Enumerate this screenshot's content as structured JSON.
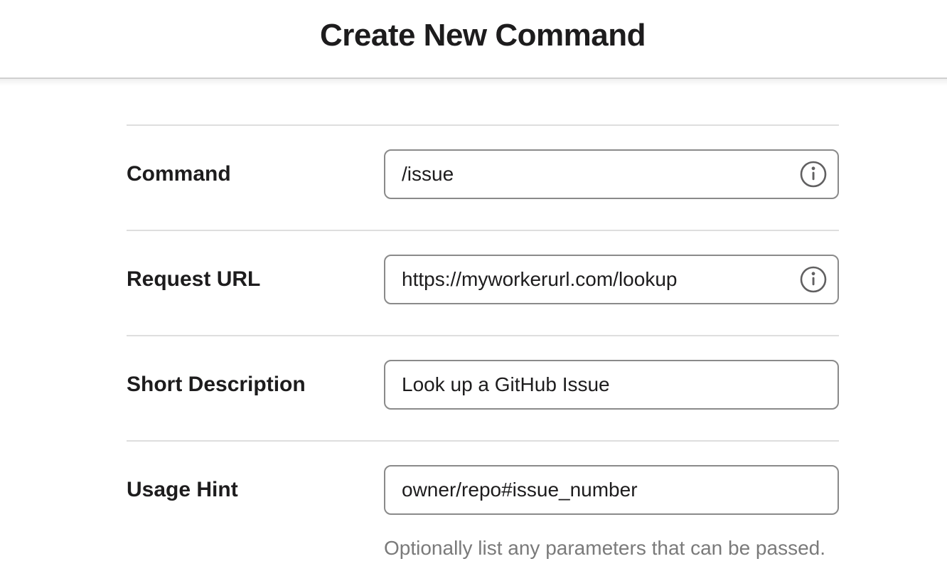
{
  "header": {
    "title": "Create New Command"
  },
  "form": {
    "rows": [
      {
        "label": "Command",
        "value": "/issue",
        "info_icon": true
      },
      {
        "label": "Request URL",
        "value": "https://myworkerurl.com/lookup",
        "info_icon": true
      },
      {
        "label": "Short Description",
        "value": "Look up a GitHub Issue",
        "info_icon": false
      },
      {
        "label": "Usage Hint",
        "value": "owner/repo#issue_number",
        "info_icon": false,
        "helper": "Optionally list any parameters that can be passed."
      }
    ]
  },
  "icons": {
    "info": "info-circle-i"
  },
  "colors": {
    "text": "#1d1c1d",
    "muted_text": "#7a7a7a",
    "input_border": "#8a8a8a",
    "divider": "#dedede",
    "header_border": "#dddddd",
    "icon": "#616061",
    "background": "#ffffff"
  }
}
